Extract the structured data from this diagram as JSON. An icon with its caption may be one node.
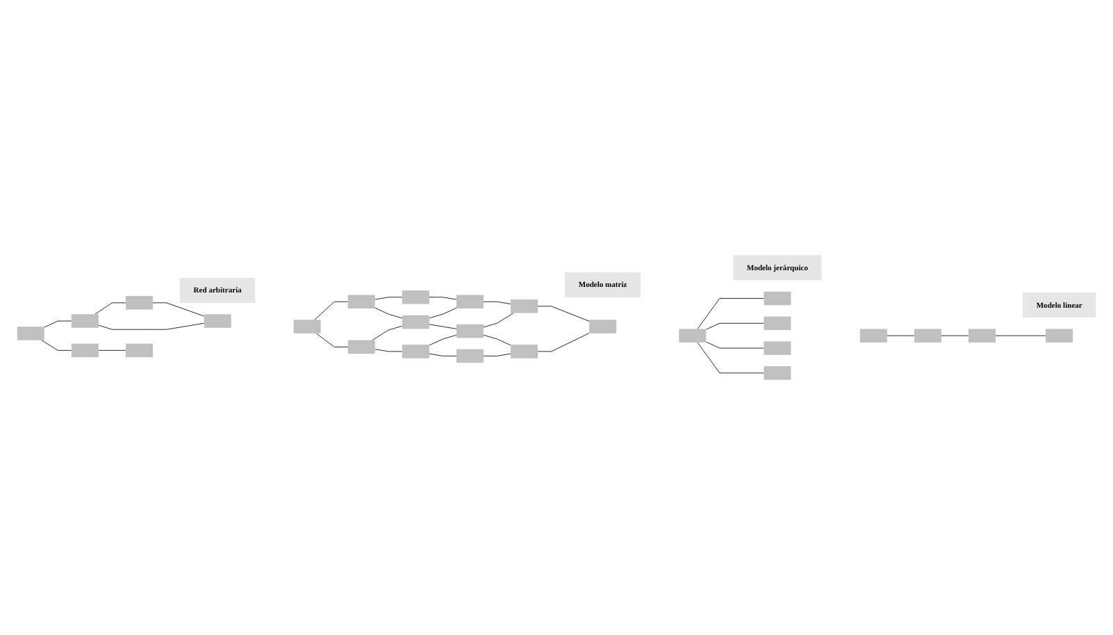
{
  "diagram": {
    "nodes": [
      {
        "text": [
          "Modelo linear"
        ]
      },
      {
        "text": [],
        "shape": "box"
      },
      {
        "text": [],
        "shape": "box"
      },
      {
        "text": [],
        "shape": "box"
      },
      {
        "text": [],
        "shape": "box"
      },
      {
        "text": [
          "Modelo jerárquico"
        ]
      },
      {
        "text": [],
        "shape": "box"
      },
      {
        "text": [],
        "shape": "box"
      },
      {
        "text": [],
        "shape": "box"
      },
      {
        "text": [],
        "shape": "box"
      },
      {
        "text": [],
        "shape": "box"
      },
      {
        "text": [
          "Modelo matriz"
        ]
      },
      {
        "text": [],
        "shape": "box"
      },
      {
        "text": [],
        "shape": "box"
      },
      {
        "text": [],
        "shape": "box"
      },
      {
        "text": [],
        "shape": "box"
      },
      {
        "text": [],
        "shape": "box"
      },
      {
        "text": [],
        "shape": "box"
      },
      {
        "text": [],
        "shape": "box"
      },
      {
        "text": [],
        "shape": "box"
      },
      {
        "text": [],
        "shape": "box"
      },
      {
        "text": [],
        "shape": "box"
      },
      {
        "text": [],
        "shape": "box"
      },
      {
        "text": [],
        "shape": "box"
      },
      {
        "text": [
          "Red arbitraria"
        ]
      },
      {
        "text": [],
        "shape": "box"
      },
      {
        "text": [],
        "shape": "box"
      },
      {
        "text": [],
        "shape": "box"
      },
      {
        "text": [],
        "shape": "box"
      },
      {
        "text": [],
        "shape": "box"
      },
      {
        "text": [],
        "shape": "box"
      }
    ],
    "edges": [
      {
        "from": 1,
        "to": 2,
        "arrow": "none"
      },
      {
        "from": 2,
        "to": 3,
        "arrow": "none"
      },
      {
        "from": 3,
        "to": 4,
        "arrow": "none"
      },
      {
        "from": 6,
        "to": 7,
        "arrow": "none"
      },
      {
        "from": 6,
        "to": 8,
        "arrow": "none"
      },
      {
        "from": 6,
        "to": 9,
        "arrow": "none"
      },
      {
        "from": 6,
        "to": 10,
        "arrow": "none"
      },
      {
        "from": 12,
        "to": 13,
        "arrow": "none"
      },
      {
        "from": 13,
        "to": 14,
        "arrow": "none"
      },
      {
        "from": 14,
        "to": 15,
        "arrow": "none"
      },
      {
        "from": 16,
        "to": 17,
        "arrow": "none"
      },
      {
        "from": 17,
        "to": 18,
        "arrow": "none"
      },
      {
        "from": 18,
        "to": 19,
        "arrow": "none"
      },
      {
        "from": 20,
        "to": 21,
        "arrow": "none"
      },
      {
        "from": 21,
        "to": 22,
        "arrow": "none"
      },
      {
        "from": 22,
        "to": 23,
        "arrow": "none"
      },
      {
        "from": 12,
        "to": 16,
        "arrow": "none"
      },
      {
        "from": 16,
        "to": 20,
        "arrow": "none"
      },
      {
        "from": 13,
        "to": 17,
        "arrow": "none"
      },
      {
        "from": 17,
        "to": 21,
        "arrow": "none"
      },
      {
        "from": 14,
        "to": 18,
        "arrow": "none"
      },
      {
        "from": 18,
        "to": 22,
        "arrow": "none"
      },
      {
        "from": 15,
        "to": 19,
        "arrow": "none"
      },
      {
        "from": 19,
        "to": 23,
        "arrow": "none"
      },
      {
        "from": 25,
        "to": 26,
        "arrow": "none"
      },
      {
        "from": 25,
        "to": 27,
        "arrow": "none"
      },
      {
        "from": 26,
        "to": 29,
        "arrow": "none"
      },
      {
        "from": 26,
        "to": 30,
        "arrow": "none"
      },
      {
        "from": 27,
        "to": 28,
        "arrow": "none"
      },
      {
        "from": 29,
        "to": 30,
        "arrow": "none"
      }
    ]
  }
}
